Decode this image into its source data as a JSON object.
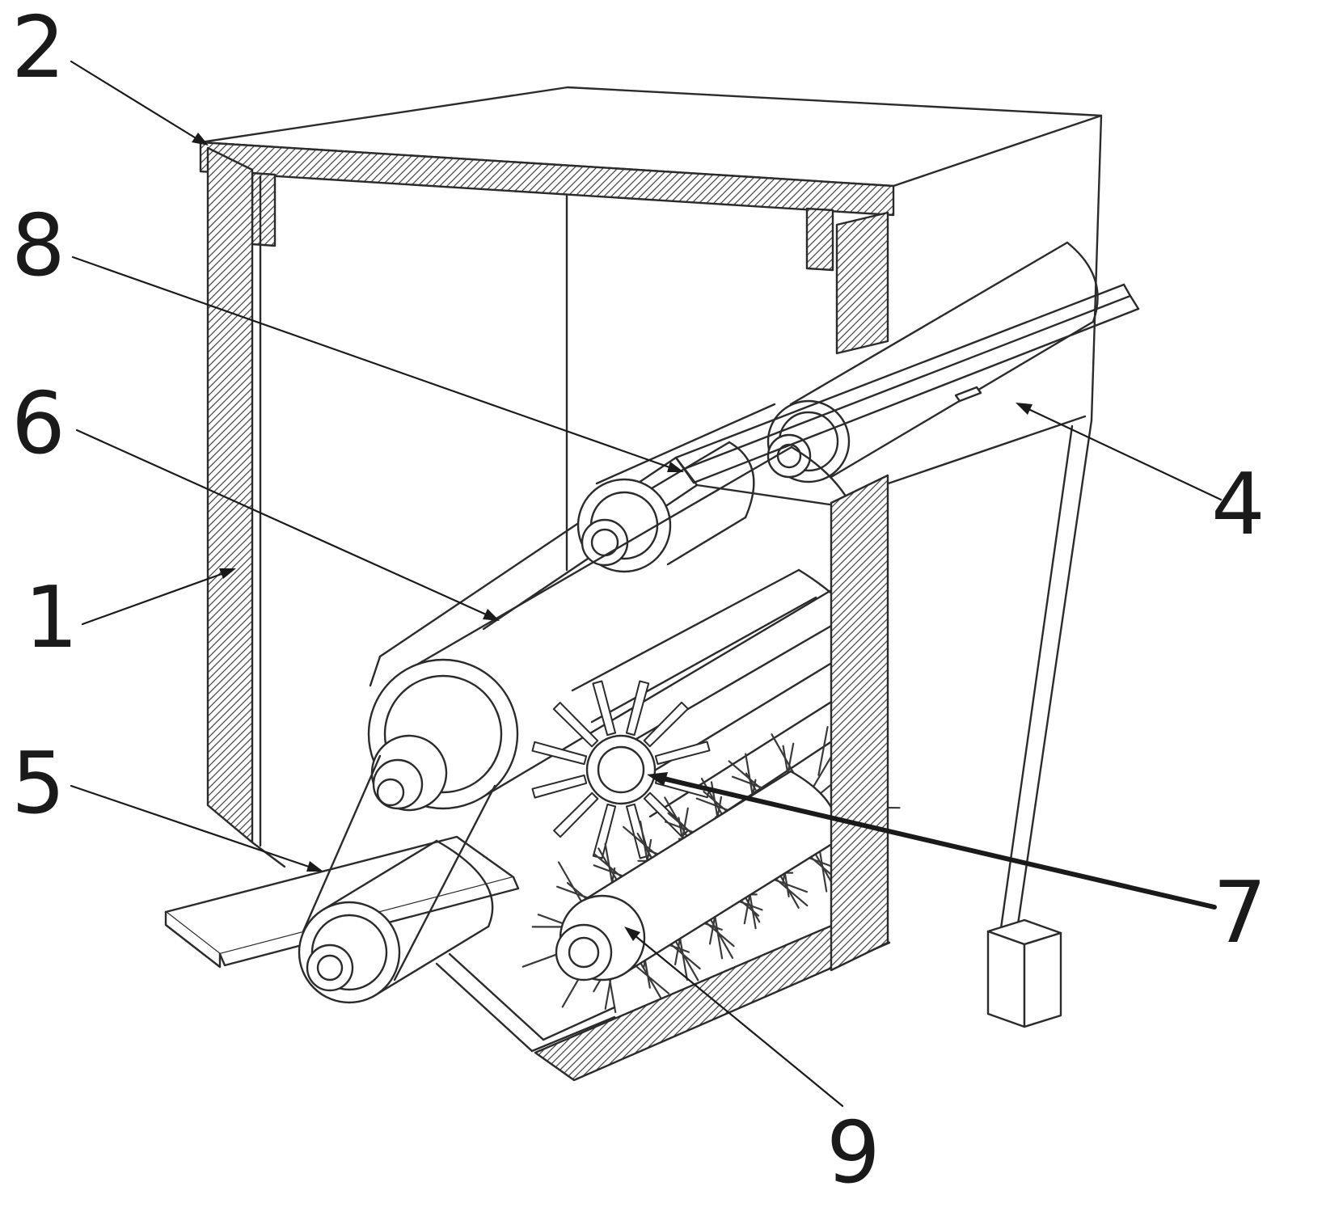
{
  "figure": {
    "background_color": "#ffffff",
    "ink_color": "#2b2b2b",
    "label_color": "#1a1a1a",
    "labels": [
      {
        "text": "2"
      },
      {
        "text": "8"
      },
      {
        "text": "6"
      },
      {
        "text": "1"
      },
      {
        "text": "5"
      },
      {
        "text": "4"
      },
      {
        "text": "7"
      },
      {
        "text": "9"
      }
    ]
  }
}
